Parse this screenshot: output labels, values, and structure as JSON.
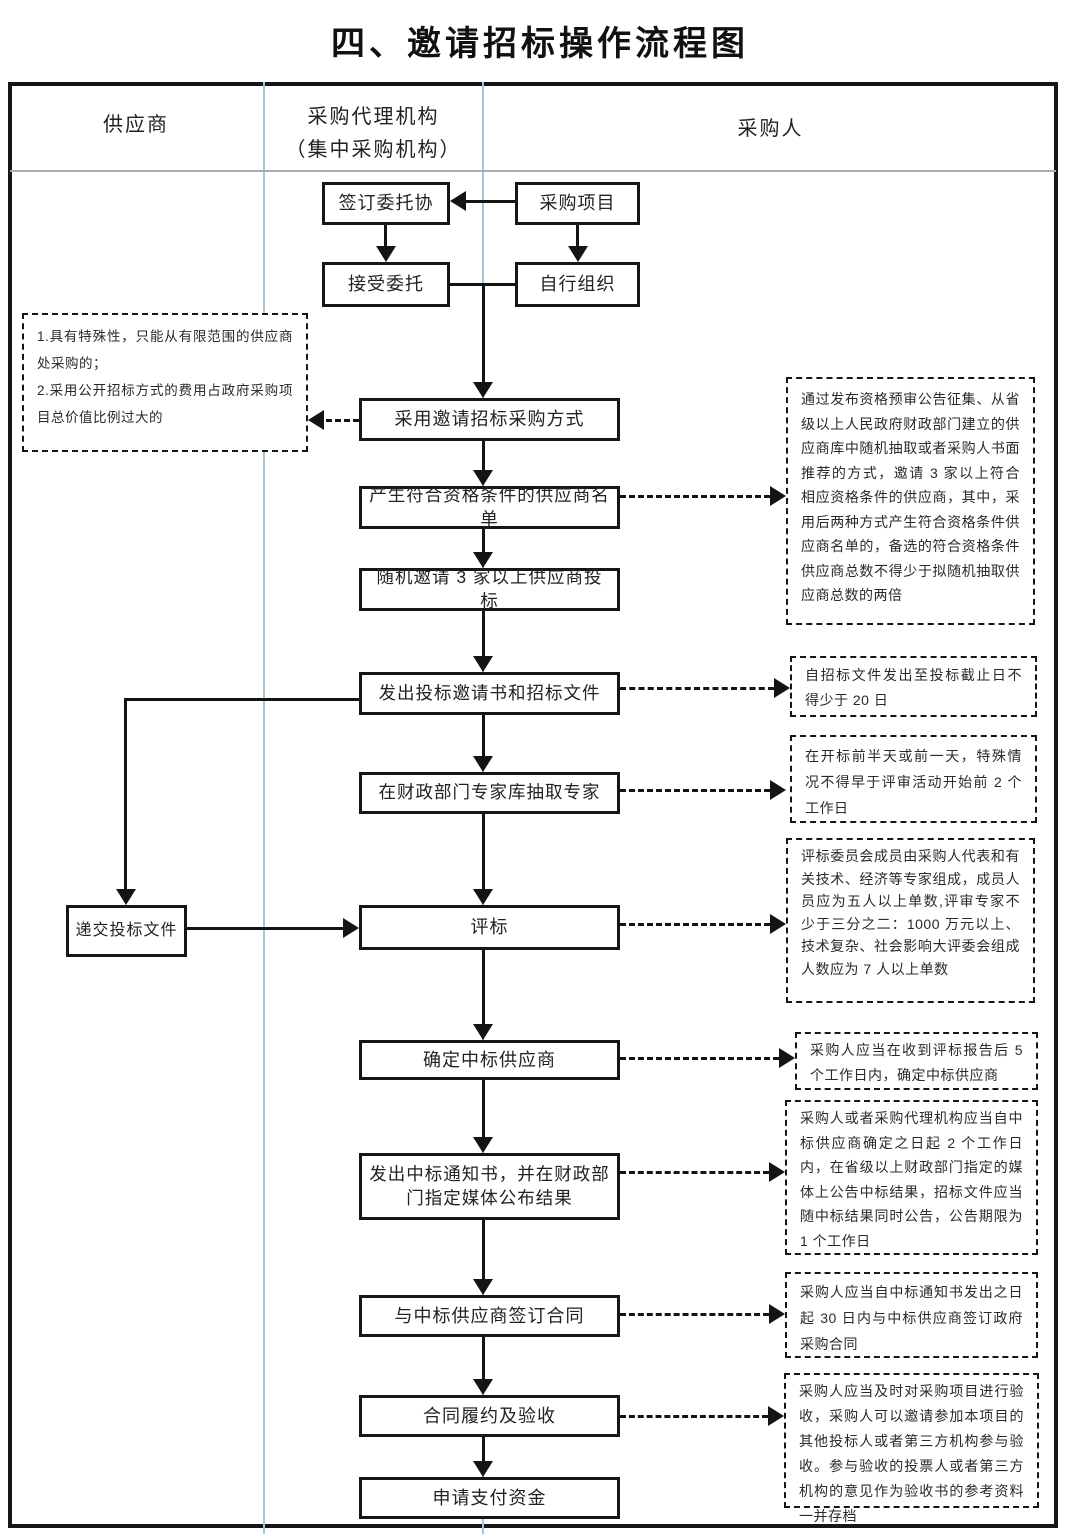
{
  "title": "四、邀请招标操作流程图",
  "header": {
    "col1": "供应商",
    "col2_line1": "采购代理机构",
    "col2_line2": "（集中采购机构）",
    "col3": "采购人"
  },
  "nodes": {
    "sign_agreement": "签订委托协",
    "procurement_project": "采购项目",
    "accept_commission": "接受委托",
    "self_organize": "自行组织",
    "adopt_method": "采用邀请招标采购方式",
    "generate_list": "产生符合资格条件的供应商名单",
    "random_invite": "随机邀请 3 家以上供应商投标",
    "issue_invitation": "发出投标邀请书和招标文件",
    "extract_experts": "在财政部门专家库抽取专家",
    "submit_bid": "递交投标文件",
    "evaluation": "评标",
    "determine_winner": "确定中标供应商",
    "issue_notice": "发出中标通知书，并在财政部门指定媒体公布结果",
    "sign_contract": "与中标供应商签订合同",
    "contract_acceptance": "合同履约及验收",
    "apply_payment": "申请支付资金"
  },
  "notes": {
    "left_conditions": "1.具有特殊性，只能从有限范围的供应商处采购的；\n2.采用公开招标方式的费用占政府采购项目总价值比例过大的",
    "qualification": "通过发布资格预审公告征集、从省级以上人民政府财政部门建立的供应商库中随机抽取或者采购人书面推荐的方式，邀请 3 家以上符合相应资格条件的供应商，其中，采用后两种方式产生符合资格条件供应商名单的，备选的符合资格条件供应商总数不得少于拟随机抽取供应商总数的两倍",
    "deadline_20days": "自招标文件发出至投标截止日不得少于 20 日",
    "expert_timing": "在开标前半天或前一天，特殊情况不得早于评审活动开始前 2 个工作日",
    "committee": "评标委员会成员由采购人代表和有关技术、经济等专家组成，成员人员应为五人以上单数,评审专家不少于三分之二：1000 万元以上、技术复杂、社会影响大评委会组成人数应为 7 人以上单数",
    "determine_5days": "采购人应当在收到评标报告后 5 个工作日内，确定中标供应商",
    "announce_result": "采购人或者采购代理机构应当自中标供应商确定之日起 2 个工作日内，在省级以上财政部门指定的媒体上公告中标结果，招标文件应当随中标结果同时公告，公告期限为 1 个工作日",
    "contract_30days": "采购人应当自中标通知书发出之日起 30 日内与中标供应商签订政府采购合同",
    "acceptance_note": "采购人应当及时对采购项目进行验收，采购人可以邀请参加本项目的其他投标人或者第三方机构参与验收。参与验收的投票人或者第三方机构的意见作为验收书的参考资料一并存档"
  }
}
